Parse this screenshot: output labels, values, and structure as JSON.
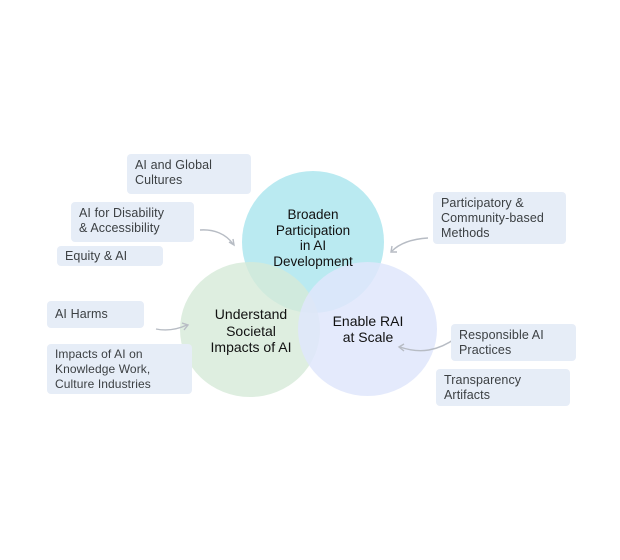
{
  "circles": {
    "broaden": {
      "label": "Broaden\nParticipation\nin AI\nDevelopment",
      "color": "#aee6ef"
    },
    "understand": {
      "label": "Understand\nSocietal\nImpacts of AI",
      "color": "#d6ead8"
    },
    "enable": {
      "label": "Enable RAI\nat Scale",
      "color": "#dfe6fb"
    }
  },
  "tags": {
    "ai_global_cultures": "AI and Global\nCultures",
    "ai_disability": "AI for Disability\n& Accessibility",
    "equity_ai": "Equity & AI",
    "ai_harms": "AI Harms",
    "impacts_knowledge_work": "Impacts of AI on\nKnowledge Work,\nCulture Industries",
    "participatory_methods": "Participatory &\nCommunity-based\nMethods",
    "responsible_ai_practices": "Responsible AI\nPractices",
    "transparency_artifacts": "Transparency\nArtifacts"
  },
  "colors": {
    "tag_background": "#e6edf7",
    "connector": "#b7bcc4"
  }
}
